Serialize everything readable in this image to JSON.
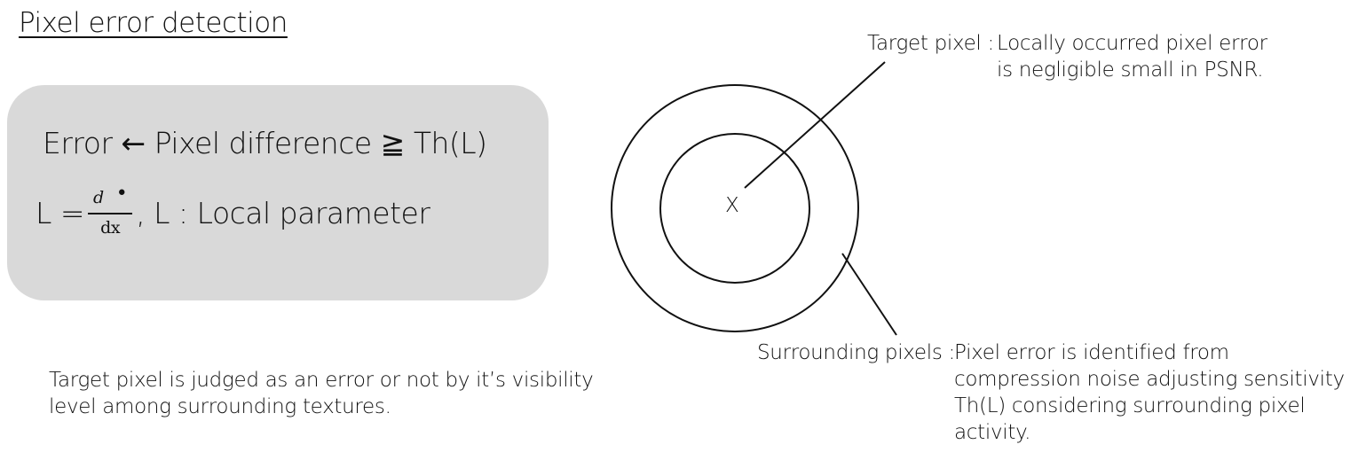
{
  "title": "Pixel error detection",
  "formula": {
    "line1_error": "Error",
    "line1_arrow": "←",
    "line1_middle": "Pixel difference",
    "line1_geq": "≧",
    "line1_threshold": "Th(L)",
    "line2_lhs": "L =",
    "line2_frac_num": "d",
    "line2_frac_dot": "•",
    "line2_frac_den": "dx",
    "line2_rhs": ", L : Local parameter"
  },
  "note": {
    "line1": "Target pixel is judged as an error or not by it’s visibility",
    "line2": "level among surrounding textures."
  },
  "diagram": {
    "center_mark": "X",
    "target_label": "Target pixel :",
    "target_desc_line1": "Locally occurred pixel error",
    "target_desc_line2": "is negligible small in PSNR.",
    "surround_label": "Surrounding pixels :",
    "surround_desc_line1": "Pixel error is identified from",
    "surround_desc_line2": "compression noise adjusting sensitivity",
    "surround_desc_line3": "Th(L) considering surrounding pixel",
    "surround_desc_line4": "activity."
  }
}
